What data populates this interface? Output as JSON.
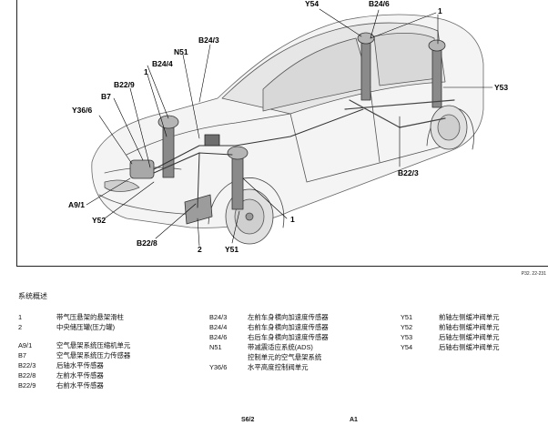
{
  "figure": {
    "callouts": {
      "y54": "Y54",
      "b24_6": "B24/6",
      "one_top": "1",
      "y53": "Y53",
      "b24_3": "B24/3",
      "n51": "N51",
      "b24_4": "B24/4",
      "one_left": "1",
      "b22_9": "B22/9",
      "b7": "B7",
      "y36_6": "Y36/6",
      "a9_1": "A9/1",
      "y52": "Y52",
      "b22_8": "B22/8",
      "two": "2",
      "y51": "Y51",
      "one_right": "1",
      "b22_3": "B22/3"
    },
    "reference": "P32. 22-231"
  },
  "section_title": "系统概述",
  "legend": {
    "left": [
      {
        "code": "1",
        "desc": "带气压悬架的悬架滑柱"
      },
      {
        "code": "2",
        "desc": "中央储压罐(压力罐)"
      },
      {
        "code": "A9/1",
        "desc": "空气悬架系统压缩机单元"
      },
      {
        "code": "B7",
        "desc": "空气悬架系统压力传感器"
      },
      {
        "code": "B22/3",
        "desc": "后轴水平传感器"
      },
      {
        "code": "B22/8",
        "desc": "左前水平传感器"
      },
      {
        "code": "B22/9",
        "desc": "右前水平传感器"
      }
    ],
    "middle": [
      {
        "code": "B24/3",
        "desc": "左前车身横向加速度传感器"
      },
      {
        "code": "B24/4",
        "desc": "右前车身横向加速度传感器"
      },
      {
        "code": "B24/6",
        "desc": "右后车身横向加速度传感器"
      },
      {
        "code": "N51",
        "desc": "带减震适应系统(ADS)"
      },
      {
        "code": "",
        "desc": "控制单元的空气悬架系统"
      },
      {
        "code": "Y36/6",
        "desc": "水平高度控制阀单元"
      }
    ],
    "right": [
      {
        "code": "Y51",
        "desc": "前轴左侧缓冲阀单元"
      },
      {
        "code": "Y52",
        "desc": "前轴右侧缓冲阀单元"
      },
      {
        "code": "Y53",
        "desc": "后轴左侧缓冲阀单元"
      },
      {
        "code": "Y54",
        "desc": "后轴右侧缓冲阀单元"
      }
    ]
  },
  "footer": {
    "left": "S6/2",
    "right": "A1"
  }
}
